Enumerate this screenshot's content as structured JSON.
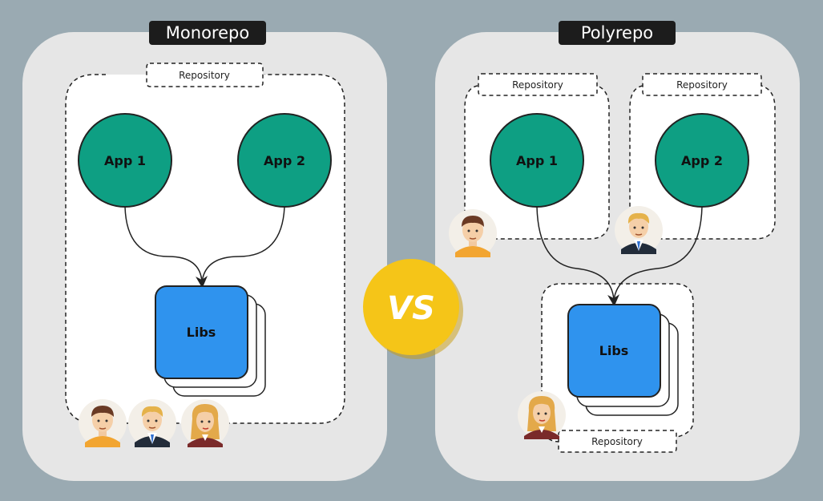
{
  "titles": {
    "left": "Monorepo",
    "right": "Polyrepo"
  },
  "vs": "VS",
  "left": {
    "repository": "Repository",
    "app1": "App 1",
    "app2": "App 2",
    "libs": "Libs"
  },
  "right": {
    "repository_app1": "Repository",
    "repository_app2": "Repository",
    "repository_libs": "Repository",
    "app1": "App 1",
    "app2": "App 2",
    "libs": "Libs"
  },
  "colors": {
    "background": "#9aaab2",
    "panel": "#e6e6e6",
    "app_circle": "#0e9f83",
    "libs_box": "#2f93ee",
    "vs_badge": "#f5c518",
    "title_tag": "#1c1c1c"
  },
  "icons": [
    "person-brown-hair-icon",
    "person-blond-suit-icon",
    "person-woman-icon"
  ]
}
